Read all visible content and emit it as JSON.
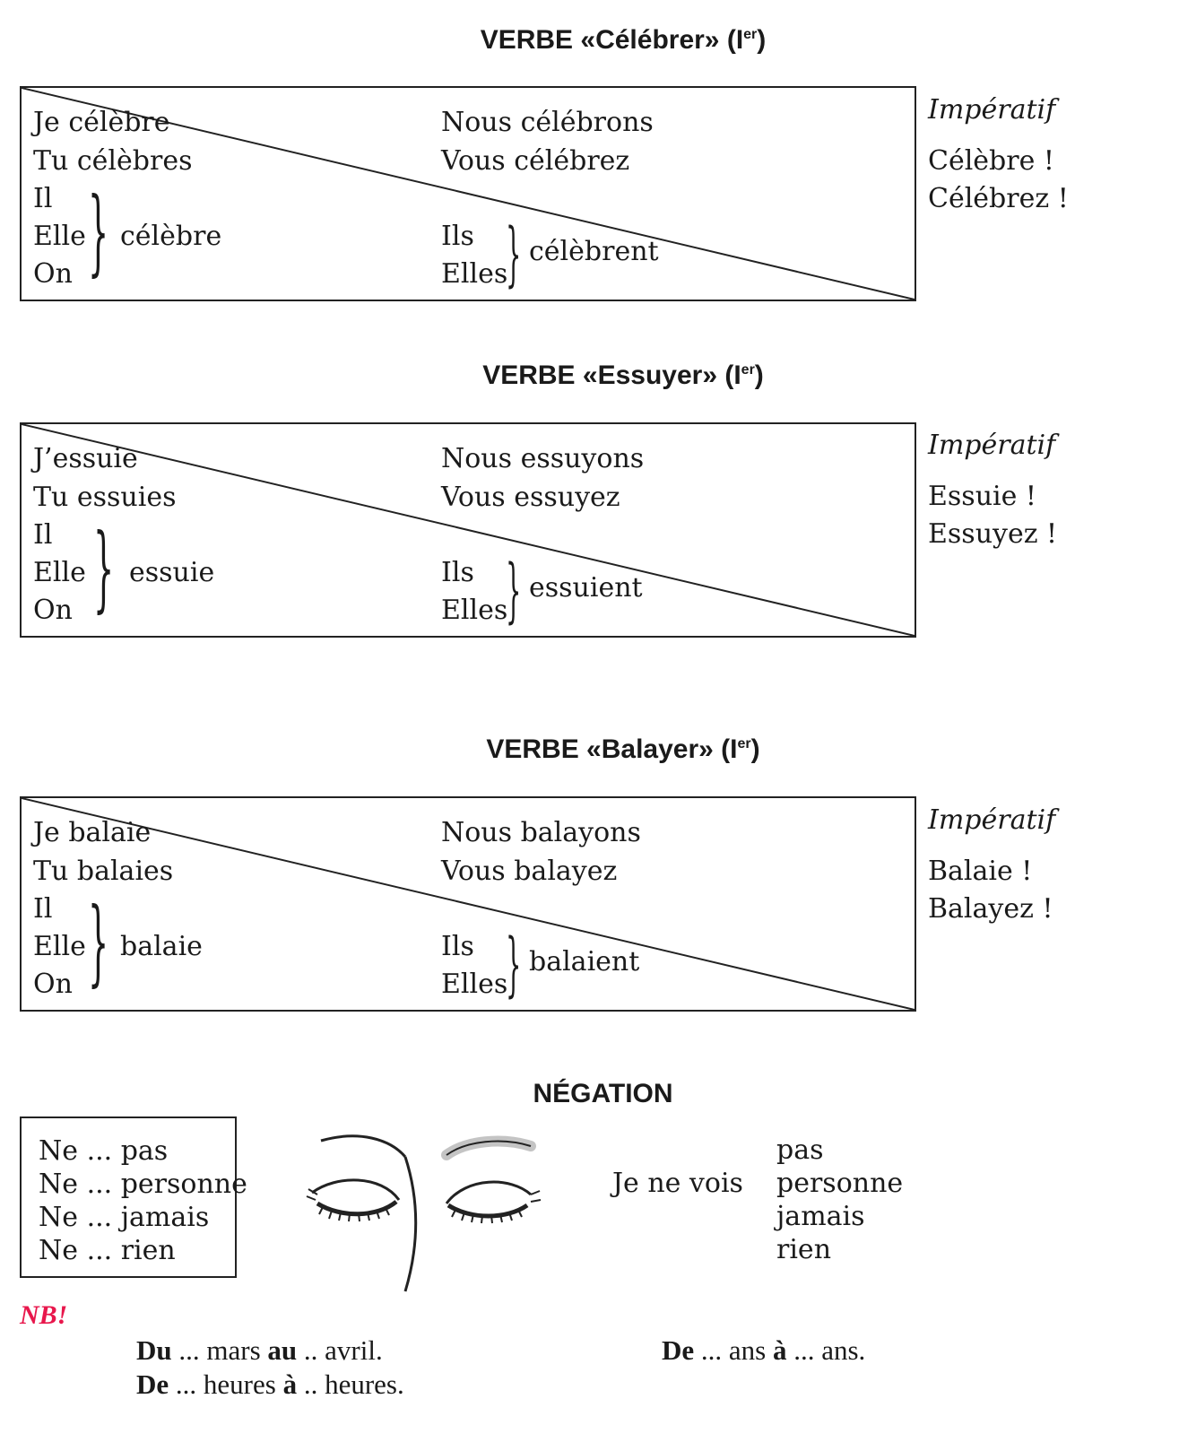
{
  "verbs": [
    {
      "title_prefix": "VERBE «Célébrer» (I",
      "title_sup": "er",
      "title_suffix": ")",
      "je": "Je célèbre",
      "tu": "Tu célèbres",
      "nous": "Nous célébrons",
      "vous": "Vous célébrez",
      "il": "Il",
      "elle": "Elle",
      "on": "On",
      "sing_form": "célèbre",
      "ils": "Ils",
      "elles": "Elles",
      "plur_form": "célèbrent",
      "imperatif_label": "Impératif",
      "imp1": "Célèbre !",
      "imp2": "Célébrez !"
    },
    {
      "title_prefix": "VERBE «Essuyer» (I",
      "title_sup": "er",
      "title_suffix": ")",
      "je": "J’essuie",
      "tu": "Tu essuies",
      "nous": "Nous essuyons",
      "vous": "Vous essuyez",
      "il": "Il",
      "elle": "Elle",
      "on": "On",
      "sing_form": "essuie",
      "ils": "Ils",
      "elles": "Elles",
      "plur_form": "essuient",
      "imperatif_label": "Impératif",
      "imp1": "Essuie !",
      "imp2": "Essuyez !"
    },
    {
      "title_prefix": "VERBE «Balayer» (I",
      "title_sup": "er",
      "title_suffix": ")",
      "je": "Je balaie",
      "tu": "Tu balaies",
      "nous": "Nous balayons",
      "vous": "Vous balayez",
      "il": "Il",
      "elle": "Elle",
      "on": "On",
      "sing_form": "balaie",
      "ils": "Ils",
      "elles": "Elles",
      "plur_form": "balaient",
      "imperatif_label": "Impératif",
      "imp1": "Balaie !",
      "imp2": "Balayez !"
    }
  ],
  "negation": {
    "title": "NÉGATION",
    "ne": "Ne",
    "dots": "...",
    "list": [
      "pas",
      "personne",
      "jamais",
      "rien"
    ],
    "example_subject": "Je ne vois",
    "example_words": [
      "pas",
      "personne",
      "jamais",
      "rien"
    ],
    "eyes_icon": "closed-eyes-drawing"
  },
  "nb": {
    "label": "NB!",
    "line1": {
      "a": "Du",
      "b": " ... mars ",
      "c": "au",
      "d": " .. avril."
    },
    "line2": {
      "a": "De",
      "b": " ... heures ",
      "c": "à",
      "d": " .. heures."
    },
    "line3": {
      "a": "De",
      "b": " ... ans ",
      "c": "à",
      "d": " ... ans."
    }
  }
}
